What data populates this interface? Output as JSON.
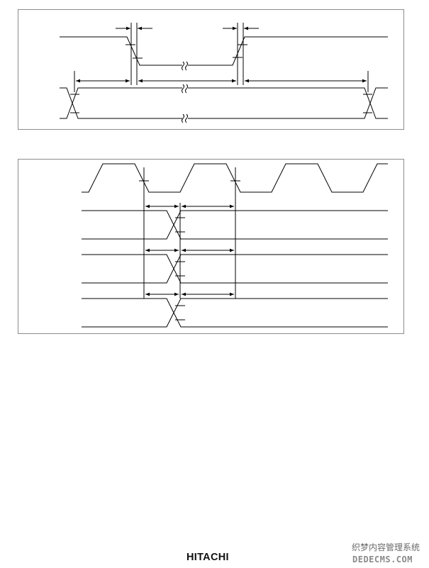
{
  "footer": {
    "logo_text": "HITACHI"
  },
  "watermark": {
    "line1": "织梦内容管理系统",
    "line2": "DEDECMS.COM"
  },
  "colors": {
    "line": "#000000",
    "frame": "#8c8c8c",
    "watermark": "#7a7a7a"
  }
}
